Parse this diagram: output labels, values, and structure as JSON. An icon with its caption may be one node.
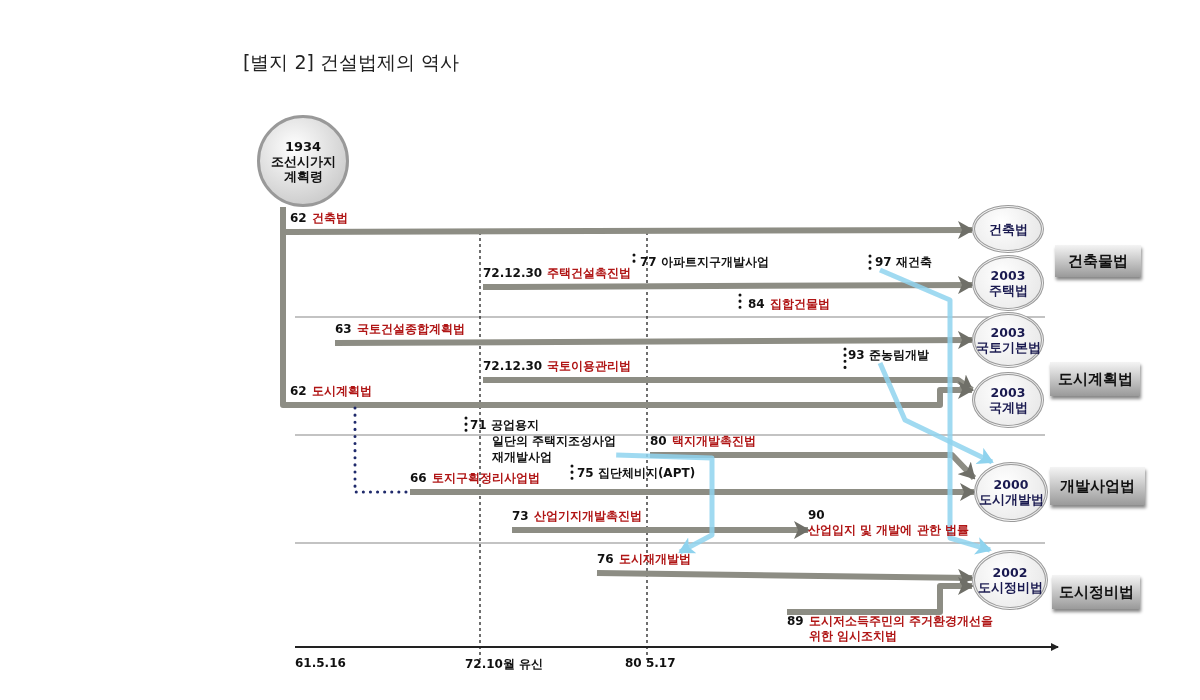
{
  "diagram": {
    "title": "[별지 2] 건설법제의 역사",
    "nodes": [
      {
        "text": [
          "1934",
          "조선시가지 계획령"
        ]
      },
      {
        "text": [
          "건축물법"
        ]
      },
      {
        "text": [
          "도시계획법"
        ]
      },
      {
        "text": [
          "개발사업법"
        ]
      },
      {
        "text": [
          "도시정비법"
        ]
      },
      {
        "text": [
          "건축법"
        ]
      },
      {
        "text": [
          "2003",
          "주택법"
        ]
      },
      {
        "text": [
          "2003",
          "국토기본법"
        ]
      },
      {
        "text": [
          "2003",
          "국계법"
        ]
      },
      {
        "text": [
          "2000",
          "도시개발법"
        ]
      },
      {
        "text": [
          "2002",
          "도시정비법"
        ]
      },
      {
        "text": [
          "62",
          "건축법"
        ]
      },
      {
        "text": [
          "72.12.30",
          "주택건설촉진법"
        ]
      },
      {
        "text": [
          "77 아파트지구개발사업"
        ]
      },
      {
        "text": [
          "97 재건축"
        ]
      },
      {
        "text": [
          "84",
          "집합건물법"
        ]
      },
      {
        "text": [
          "63",
          "국토건설종합계획법"
        ]
      },
      {
        "text": [
          "72.12.30",
          "국토이용관리법"
        ]
      },
      {
        "text": [
          "93 준농림개발"
        ]
      },
      {
        "text": [
          "62",
          "도시계획법"
        ]
      },
      {
        "text": [
          "71 공업용지",
          "일단의 주택지조성사업",
          "재개발사업"
        ]
      },
      {
        "text": [
          "80",
          "택지개발촉진법"
        ]
      },
      {
        "text": [
          "66",
          "토지구획정리사업법"
        ]
      },
      {
        "text": [
          "75 집단체비지(APT)"
        ]
      },
      {
        "text": [
          "73",
          "산업기지개발촉진법"
        ]
      },
      {
        "text": [
          "90",
          "산업입지 및 개발에 관한 법률"
        ]
      },
      {
        "text": [
          "76",
          "도시재개발법"
        ]
      },
      {
        "text": [
          "89",
          "도시저소득주민의 주거환경개선을 위한 임시조치법"
        ]
      }
    ],
    "edges": [
      {
        "from": 0,
        "to": 11,
        "arrow": "none"
      },
      {
        "from": 11,
        "to": 5,
        "arrow": "to"
      },
      {
        "from": 12,
        "to": 6,
        "arrow": "to"
      },
      {
        "from": 16,
        "to": 7,
        "arrow": "to"
      },
      {
        "from": 17,
        "to": 8,
        "arrow": "to"
      },
      {
        "from": 19,
        "to": 8,
        "arrow": "to"
      },
      {
        "from": 19,
        "to": 22,
        "arrow": "none",
        "style": "dashed",
        "color": "#1f2a6b"
      },
      {
        "from": 21,
        "to": 9,
        "arrow": "to"
      },
      {
        "from": 22,
        "to": 9,
        "arrow": "to"
      },
      {
        "from": 24,
        "to": 25,
        "arrow": "to"
      },
      {
        "from": 26,
        "to": 10,
        "arrow": "to"
      },
      {
        "from": 27,
        "to": 10,
        "arrow": "to"
      },
      {
        "from": 14,
        "to": 10,
        "arrow": "to",
        "color": "#8fd3ee"
      },
      {
        "from": 18,
        "to": 9,
        "arrow": "to",
        "color": "#8fd3ee"
      },
      {
        "from": 20,
        "to": 26,
        "arrow": "to",
        "color": "#8fd3ee"
      },
      {
        "from": 0,
        "to": 19,
        "arrow": "none"
      }
    ],
    "labels": [
      "61.5.16",
      "72.10월 유신",
      "80 5.17"
    ]
  }
}
